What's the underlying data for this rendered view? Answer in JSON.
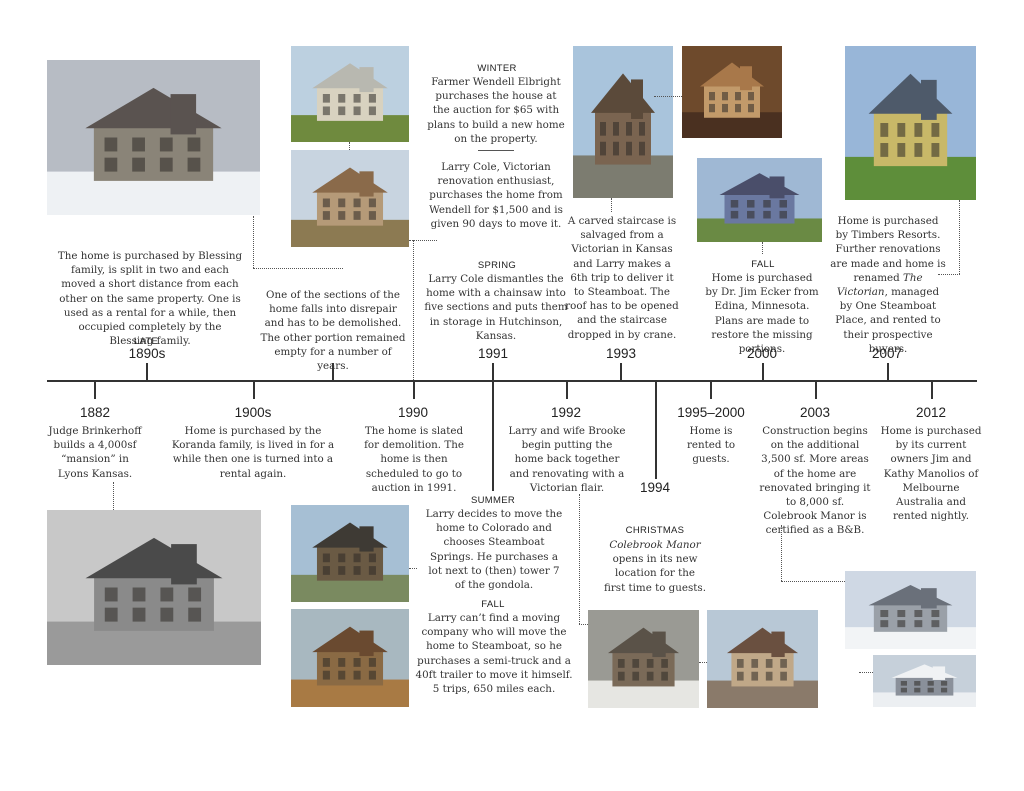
{
  "timeline": {
    "top_events": [
      {
        "id": "late1890s",
        "season": "LATE",
        "year": "1890s",
        "text": "The home is purchased by Blessing family, is split in two and each moved a short distance from each other on the same property. One is used as a rental for a while, then occupied completely by the Blessing family."
      },
      {
        "id": "demolished",
        "season": "",
        "year": "",
        "text": "One of the sections of the home falls into disrepair and has to be demolished. The other portion remained empty for a number of years."
      },
      {
        "id": "1991winter",
        "season": "WINTER",
        "year": "",
        "text": "Farmer Wendell Elbright purchases the house at the auction for $65 with plans to build a new home on the property."
      },
      {
        "id": "1991larry",
        "season": "",
        "year": "",
        "text": "Larry Cole, Victorian renovation enthusiast, purchases the home from Wendell for $1,500 and is given 90 days to move it."
      },
      {
        "id": "1991spring",
        "season": "SPRING",
        "year": "1991",
        "text": "Larry Cole dismantles the home with a chainsaw into five sections and puts them in storage in Hutchinson, Kansas."
      },
      {
        "id": "1993",
        "season": "",
        "year": "1993",
        "text": "A carved staircase is salvaged from a Victorian in Kansas and Larry makes a 6th trip to deliver it to Steamboat. The roof has to be opened and the staircase dropped in by crane."
      },
      {
        "id": "2000",
        "season": "FALL",
        "year": "2000",
        "text": "Home is purchased by Dr. Jim Ecker from Edina, Minnesota. Plans are made to restore the missing portions."
      },
      {
        "id": "2007",
        "season": "",
        "year": "2007",
        "text_parts": [
          "Home is purchased by Timbers Resorts. Further renovations are made and home is renamed ",
          "The Victorian",
          ", managed by One Steamboat Place, and rented to their prospective buyers."
        ]
      }
    ],
    "bottom_events": [
      {
        "id": "1882",
        "year": "1882",
        "text": "Judge Brinkerhoff builds a 4,000sf “mansion” in Lyons Kansas."
      },
      {
        "id": "1900s",
        "year": "1900s",
        "text": "Home is purchased by the Koranda family, is lived in for a while then one is turned into a rental again."
      },
      {
        "id": "1990",
        "year": "1990",
        "text": "The home is slated for demolition. The home is then scheduled to go to auction in 1991."
      },
      {
        "id": "1992",
        "year": "1992",
        "text": "Larry and wife Brooke begin putting the home back together and renovating with a Victorian flair."
      },
      {
        "id": "1991summer",
        "season": "SUMMER",
        "text": "Larry decides to move the home to Colorado and chooses Steamboat Springs. He purchases a lot next to (then) tower 7 of the gondola."
      },
      {
        "id": "1991fall",
        "season": "FALL",
        "text": "Larry can’t find a moving company who will move the home to Steamboat, so he purchases a semi-truck and a 40ft trailer to move it himself. 5 trips, 650 miles each."
      },
      {
        "id": "1994",
        "year": "1994",
        "season": "CHRISTMAS",
        "text_parts": [
          "Colebrook Manor",
          " opens in its new location for the first time to guests."
        ]
      },
      {
        "id": "1995",
        "year": "1995–2000",
        "text": "Home is rented to guests."
      },
      {
        "id": "2003",
        "year": "2003",
        "text": "Construction begins on the additional 3,500 sf. More areas of the home are renovated bringing it to 8,000 sf. Colebrook Manor is certified as a B&B."
      },
      {
        "id": "2012",
        "year": "2012",
        "text": "Home is purchased by its current owners Jim and Kathy Manolios of Melbourne Australia and rented nightly."
      }
    ]
  },
  "photos": [
    {
      "id": "blessing-house-snow",
      "tone": "#b7bcc4",
      "roof": "#5a5350",
      "wall": "#8a8478",
      "ground": "#eef1f4"
    },
    {
      "id": "house-section-lifted",
      "tone": "#bcd0e0",
      "roof": "#b8b8b0",
      "wall": "#d8d2c0",
      "ground": "#6f8a3e"
    },
    {
      "id": "house-dismantled-pieces",
      "tone": "#c8d4e0",
      "roof": "#8a6a4a",
      "wall": "#b59a78",
      "ground": "#8c7a52"
    },
    {
      "id": "staircase-crane-lift",
      "tone": "#a9c4dc",
      "roof": "#5b4a3a",
      "wall": "#7a6450",
      "ground": "#7c7c70"
    },
    {
      "id": "interior-staircase",
      "tone": "#6e4a2c",
      "roof": "#a8784a",
      "wall": "#c29a6a",
      "ground": "#4a3020"
    },
    {
      "id": "blue-victorian-house",
      "tone": "#9fb8d4",
      "roof": "#4a4e6a",
      "wall": "#6a78a0",
      "ground": "#6a8a44"
    },
    {
      "id": "yellow-victorian-house",
      "tone": "#98b6d8",
      "roof": "#4e5a6a",
      "wall": "#c8b868",
      "ground": "#5e8e3a"
    },
    {
      "id": "brinkerhoff-mansion-1882",
      "tone": "#c8c8c8",
      "roof": "#4a4a4a",
      "wall": "#8a8a8a",
      "ground": "#9a9a9a"
    },
    {
      "id": "house-on-truck",
      "tone": "#a6bfd4",
      "roof": "#3e3a34",
      "wall": "#6a5a44",
      "ground": "#7a8a60"
    },
    {
      "id": "truck-trailer-road",
      "tone": "#a8b8c0",
      "roof": "#6a4a30",
      "wall": "#8a6a44",
      "ground": "#a87a44"
    },
    {
      "id": "house-reassembly-snow",
      "tone": "#9a9a94",
      "roof": "#5a5248",
      "wall": "#7a6a58",
      "ground": "#e6e6e2"
    },
    {
      "id": "porch-construction",
      "tone": "#b8c8d6",
      "roof": "#6a5040",
      "wall": "#c0a888",
      "ground": "#8a7a6a"
    },
    {
      "id": "manor-winter-front",
      "tone": "#cfd8e4",
      "roof": "#6a707a",
      "wall": "#9aa0a8",
      "ground": "#f2f4f6"
    },
    {
      "id": "manor-winter-garage",
      "tone": "#c6d0da",
      "roof": "#f0f2f4",
      "wall": "#8a909a",
      "ground": "#eceff2"
    }
  ]
}
